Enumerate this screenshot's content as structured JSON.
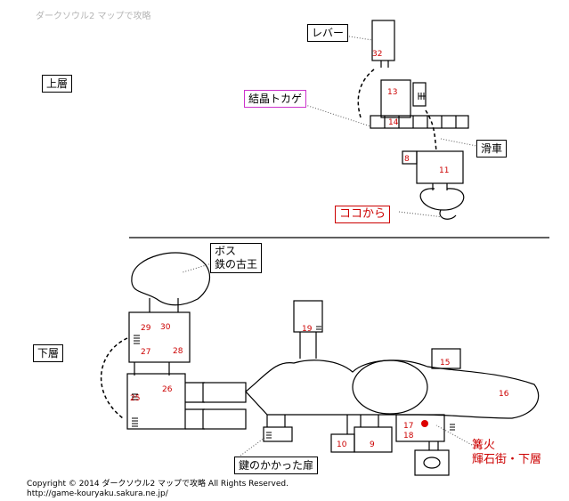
{
  "header": "ダークソウル2 マップで攻略",
  "floors": {
    "upper": "上層",
    "lower": "下層"
  },
  "labels": {
    "lever": "レバー",
    "crystal_lizard": "結晶トカゲ",
    "pulley": "滑車",
    "start_here": "ココから",
    "boss_line1": "ボス",
    "boss_line2": "鉄の古王",
    "locked_door": "鍵のかかった扉",
    "bonfire_line1": "篝火",
    "bonfire_line2": "輝石街・下層"
  },
  "rooms": [
    "32",
    "13",
    "14",
    "8",
    "11",
    "29",
    "30",
    "27",
    "28",
    "19",
    "26",
    "25",
    "15",
    "16",
    "17",
    "18",
    "10",
    "9"
  ],
  "footer": {
    "copyright": "Copyright © 2014 ダークソウル2 マップで攻略 All Rights Reserved.",
    "url": "http://game-kouryaku.sakura.ne.jp/"
  },
  "colors": {
    "room_number": "#cc0000",
    "bonfire_dot": "#dd0000",
    "crystal_lizard_border": "#cc33cc",
    "start_border": "#cc0000"
  }
}
